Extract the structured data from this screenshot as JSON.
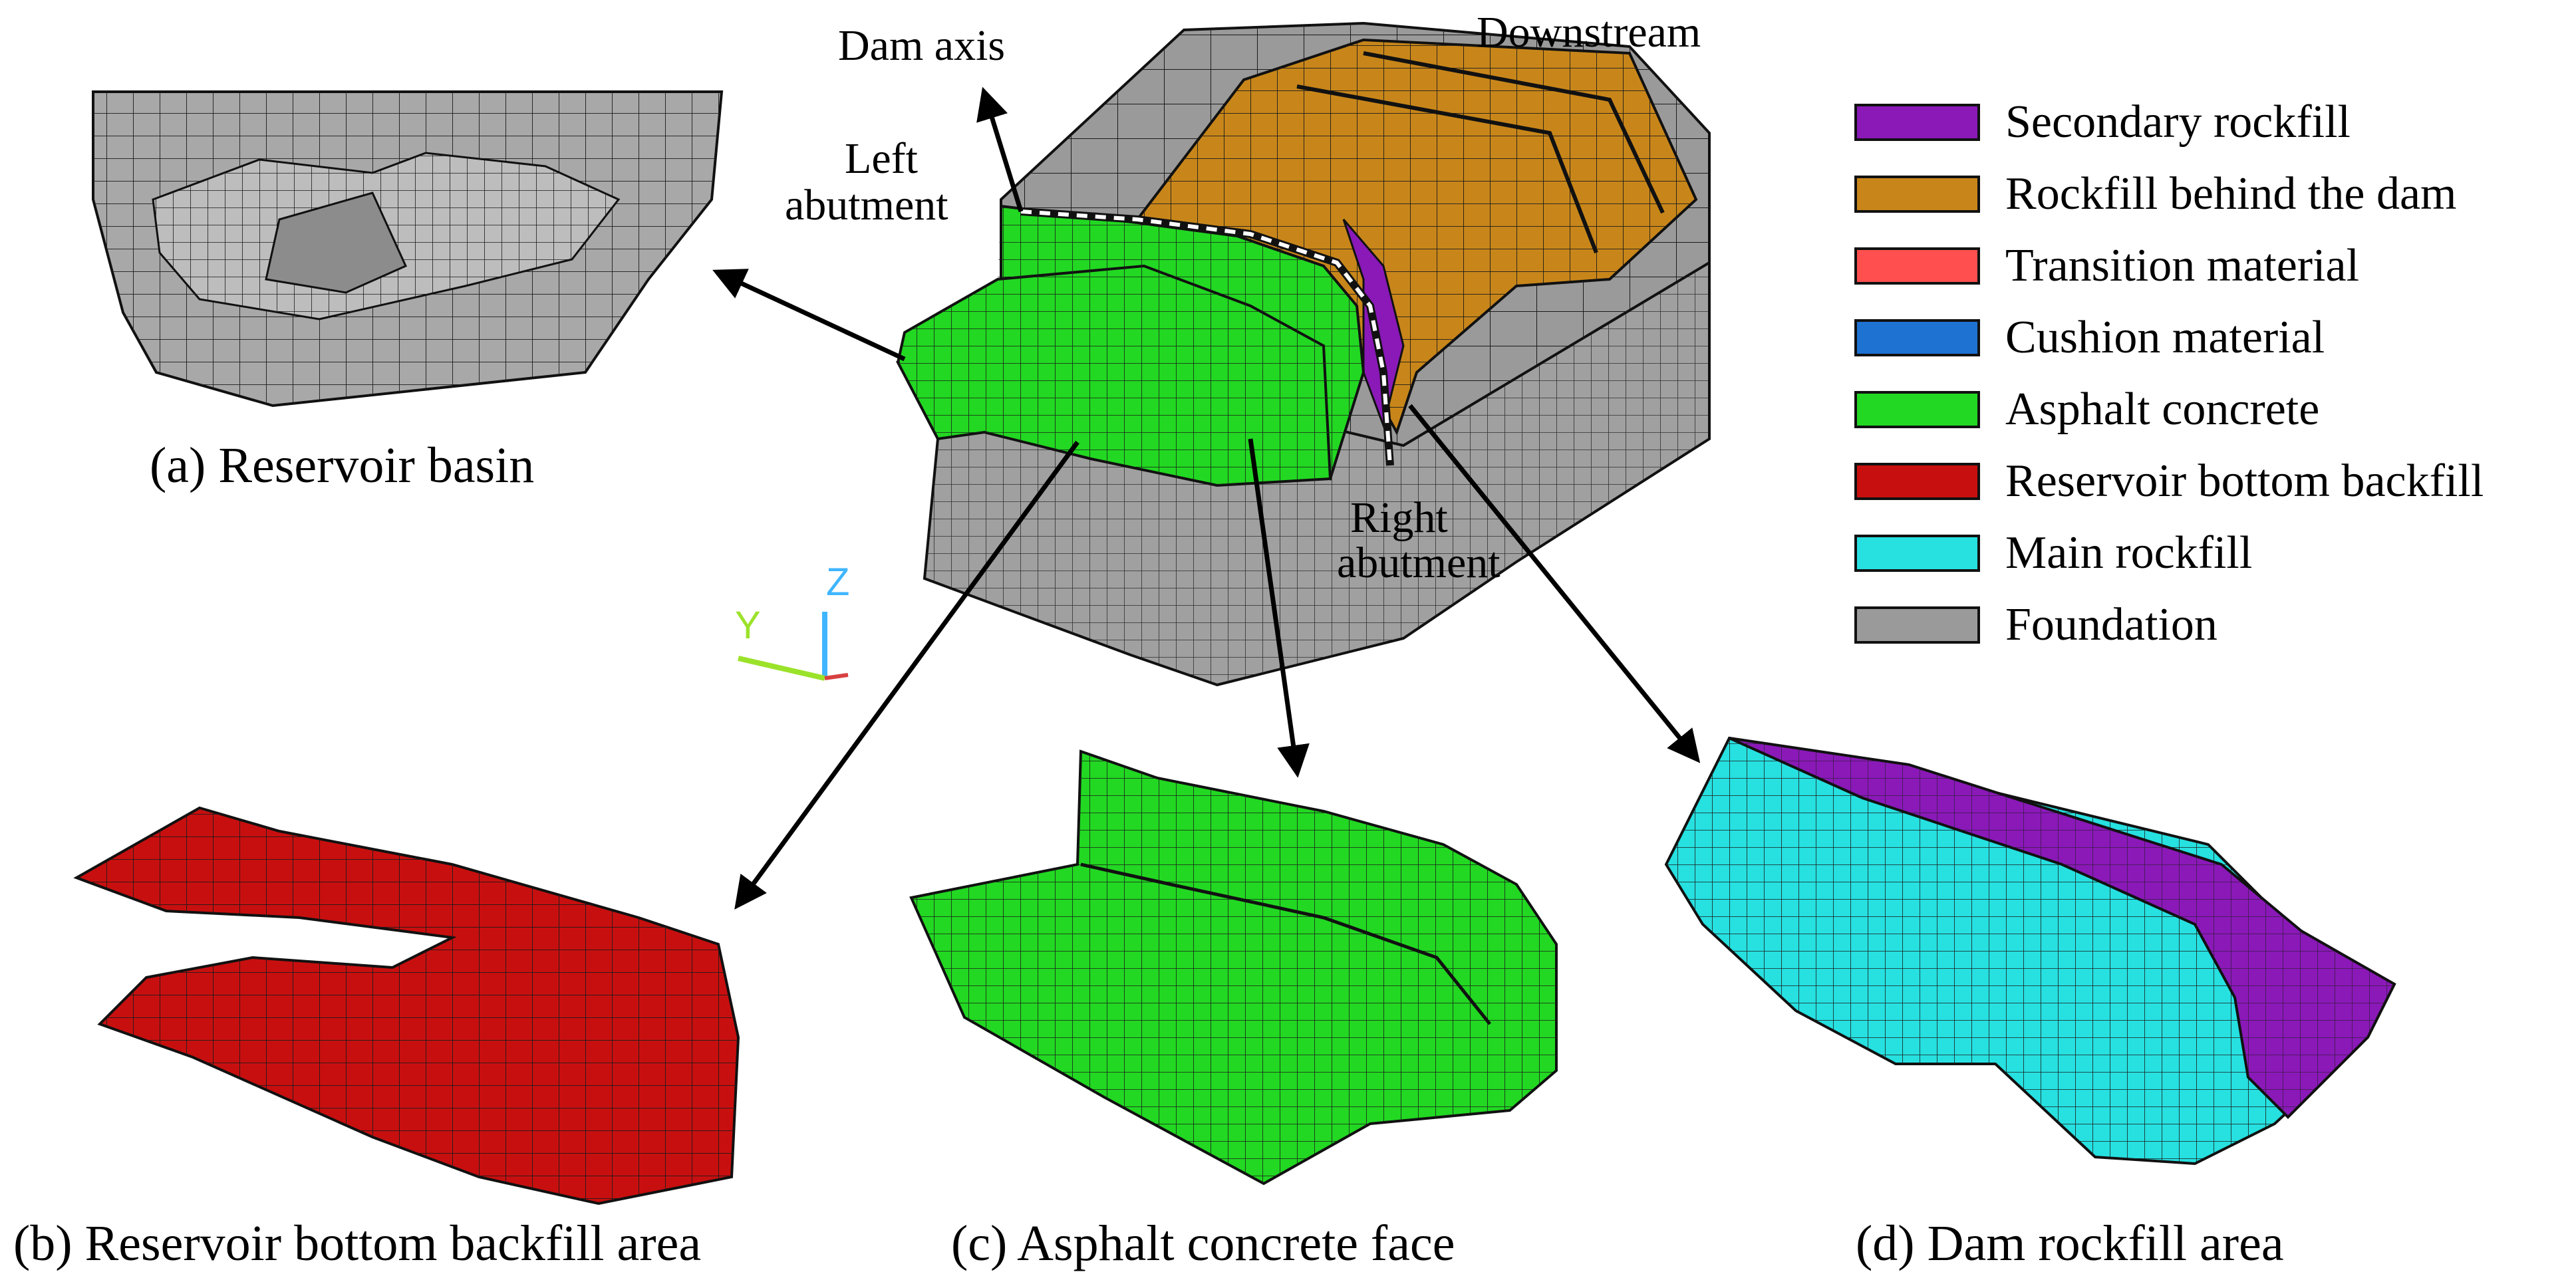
{
  "captions": {
    "a": "(a) Reservoir basin",
    "b": "(b) Reservoir bottom backfill area",
    "c": "(c) Asphalt concrete face",
    "d": "(d) Dam rockfill area"
  },
  "annotations": {
    "dam_axis": "Dam axis",
    "downstream": "Downstream",
    "left_abutment_line1": "Left",
    "left_abutment_line2": "abutment",
    "right_abutment_line1": "Right",
    "right_abutment_line2": "abutment"
  },
  "axes_triad": {
    "y": "Y",
    "z": "Z",
    "y_color": "#9be22a",
    "z_color": "#3fb6ff"
  },
  "legend": [
    {
      "label": "Secondary rockfill",
      "color": "#8a19b8"
    },
    {
      "label": "Rockfill behind the dam",
      "color": "#c8861a"
    },
    {
      "label": "Transition material",
      "color": "#ff4f4f"
    },
    {
      "label": "Cushion material",
      "color": "#1e72d2"
    },
    {
      "label": "Asphalt concrete",
      "color": "#22d822"
    },
    {
      "label": "Reservoir bottom backfill",
      "color": "#c80f0f"
    },
    {
      "label": "Main rockfill",
      "color": "#27e0e0"
    },
    {
      "label": "Foundation",
      "color": "#9a9a9a"
    }
  ],
  "colors": {
    "foundation": "#9a9a9a",
    "rockfill_behind": "#c8861a",
    "asphalt": "#22d822",
    "backfill": "#c80f0f",
    "main_rockfill": "#27e0e0",
    "secondary_rockfill": "#8a19b8"
  }
}
